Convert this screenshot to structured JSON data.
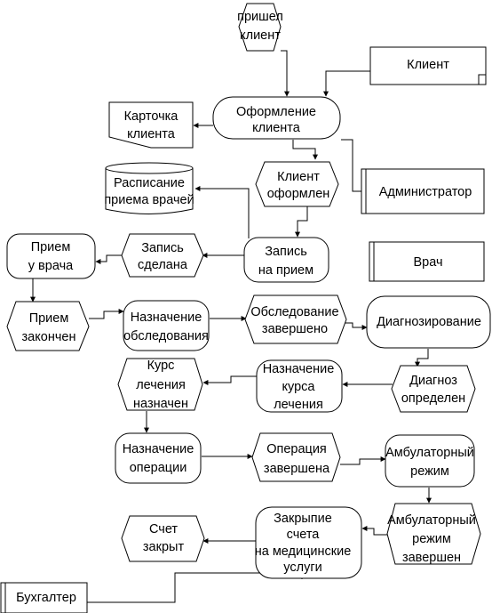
{
  "diagram": {
    "events": {
      "client_arrived": [
        "пришел",
        "клиент"
      ],
      "client_registered": [
        "Клиент",
        "оформлен"
      ],
      "appointment_made": [
        "Запись",
        "сделана"
      ],
      "reception_finished": [
        "Прием",
        "закончен"
      ],
      "examination_done": [
        "Обследование",
        "завершено"
      ],
      "diagnosis_defined": [
        "Диагноз",
        "определен"
      ],
      "treatment_assigned": [
        "Курс",
        "лечения",
        "назначен"
      ],
      "operation_done": [
        "Операция",
        "завершена"
      ],
      "outpatient_done": [
        "Амбулаторный",
        "режим",
        "завершен"
      ],
      "bill_closed": [
        "Счет",
        "закрыт"
      ]
    },
    "functions": {
      "registration": [
        "Оформление",
        "клиента"
      ],
      "appointment": [
        "Запись",
        "на прием"
      ],
      "doctor_reception": [
        "Прием",
        "у врача"
      ],
      "examination_assign": [
        "Назначение",
        "обследования"
      ],
      "diagnosing": [
        "Диагнозирование"
      ],
      "course_assign": [
        "Назначение",
        "курса",
        "лечения"
      ],
      "operation_assign": [
        "Назначение",
        "операции"
      ],
      "outpatient": [
        "Амбулаторный",
        "режим"
      ],
      "closing_bill": [
        "Закрыпие",
        "счета",
        "на медицинские",
        "услуги"
      ]
    },
    "documents": {
      "client_card": [
        "Карточка",
        "клиента"
      ]
    },
    "databases": {
      "schedule": [
        "Расписание",
        "приема врачей"
      ]
    },
    "roles": {
      "client": "Клиент",
      "administrator": "Администратор",
      "doctor": "Врач",
      "accountant": "Бухгалтер"
    }
  }
}
